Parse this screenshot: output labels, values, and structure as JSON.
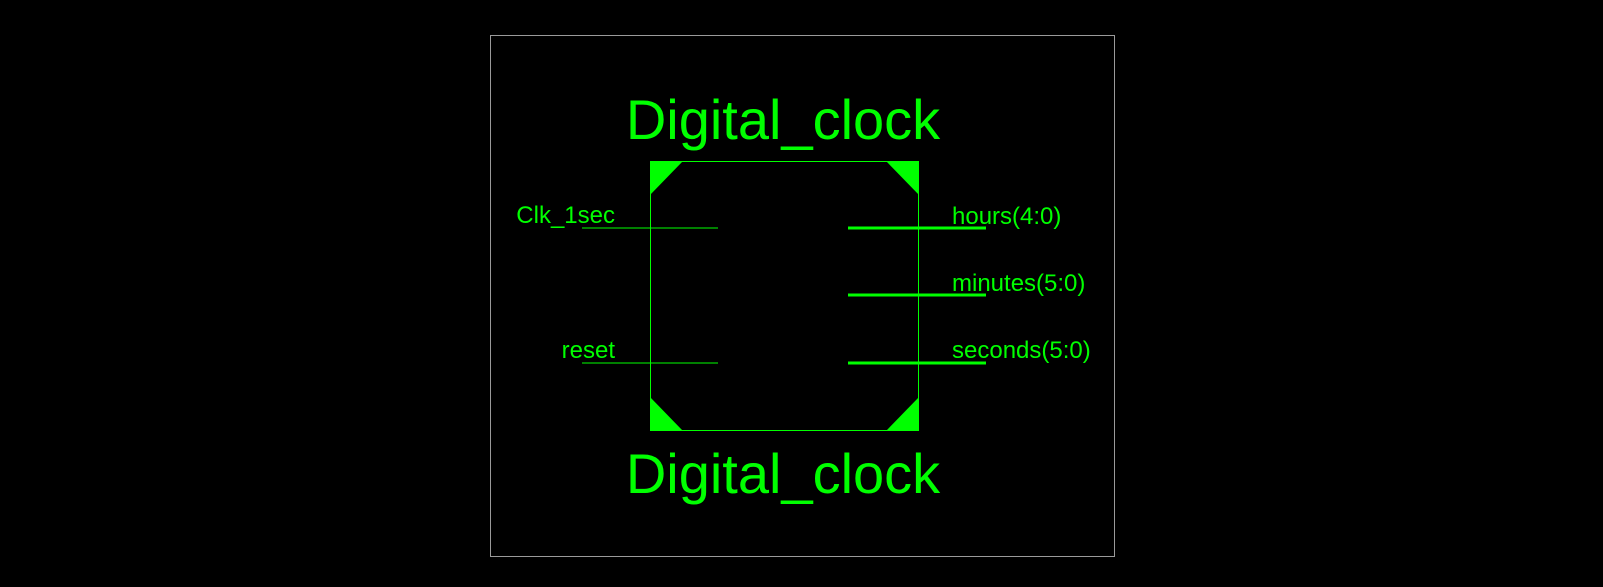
{
  "colors": {
    "background": "#000000",
    "frame": "#9a9a9a",
    "symbol": "#00ff00"
  },
  "symbol": {
    "title_top": "Digital_clock",
    "title_bottom": "Digital_clock"
  },
  "inputs": [
    {
      "name": "Clk_1sec",
      "bus": false
    },
    {
      "name": "reset",
      "bus": false
    }
  ],
  "outputs": [
    {
      "name": "hours(4:0)",
      "bus": true
    },
    {
      "name": "minutes(5:0)",
      "bus": true
    },
    {
      "name": "seconds(5:0)",
      "bus": true
    }
  ]
}
